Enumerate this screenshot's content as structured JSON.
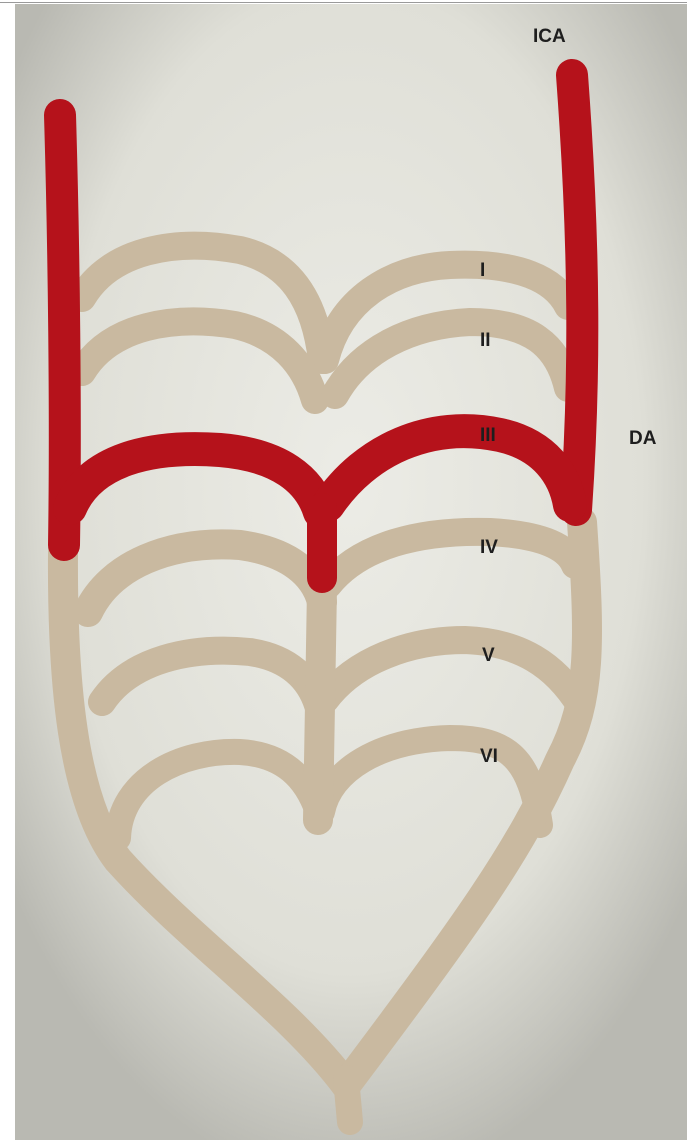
{
  "labels": {
    "ica": "ICA",
    "da": "DA",
    "arches": [
      "I",
      "II",
      "III",
      "IV",
      "V",
      "VI"
    ]
  },
  "colors": {
    "artery_highlight": "#b5121b",
    "vessel": "#c9b9a0",
    "background": "#e6e6df",
    "text": "#1e1e1e"
  }
}
